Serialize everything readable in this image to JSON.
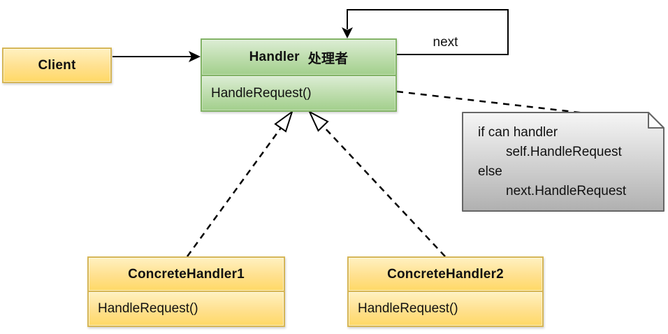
{
  "classes": {
    "client": {
      "title": "Client"
    },
    "handler": {
      "title_en": "Handler",
      "title_zh": "处理者",
      "method": "HandleRequest()"
    },
    "concrete_handler_1": {
      "title": "ConcreteHandler1",
      "method": "HandleRequest()"
    },
    "concrete_handler_2": {
      "title": "ConcreteHandler2",
      "method": "HandleRequest()"
    }
  },
  "labels": {
    "next": "next"
  },
  "note": {
    "lines": [
      "if can handler",
      "self.HandleRequest",
      "else",
      "next.HandleRequest"
    ]
  },
  "colors": {
    "yellow_fill_top": "#fff1c0",
    "yellow_fill_bottom": "#ffd966",
    "yellow_border": "#d6b656",
    "green_fill_top": "#dcedd4",
    "green_fill_bottom": "#a2cf8c",
    "green_border": "#82b366",
    "note_fill_top": "#f6f6f6",
    "note_fill_bottom": "#b0b0b0",
    "note_border": "#666666",
    "connector_color": "#000000"
  }
}
